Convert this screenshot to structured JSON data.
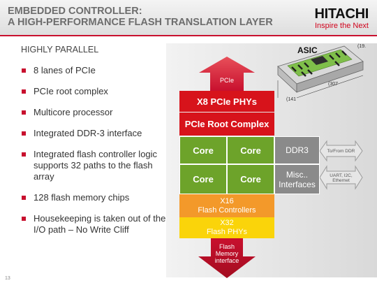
{
  "header": {
    "title_line1": "EMBEDDED CONTROLLER:",
    "title_line2": "A HIGH-PERFORMANCE FLASH TRANSLATION LAYER",
    "logo_wordmark": "HITACHI",
    "logo_tagline": "Inspire the Next"
  },
  "subtitle": "HIGHLY PARALLEL",
  "bullets": [
    "8 lanes of PCIe",
    "PCIe root complex",
    "Multicore processor",
    "Integrated DDR-3 interface",
    "Integrated flash controller logic supports 32 paths to the flash array",
    "128 flash memory chips",
    "Housekeeping is taken out of the I/O path – No Write Cliff"
  ],
  "diagram": {
    "top_arrow_label": "PCIe",
    "pcie_phys": "X8 PCIe PHYs",
    "root_complex": "PCIe Root Complex",
    "cores": [
      "Core",
      "Core",
      "Core",
      "Core"
    ],
    "ddr3": "DDR3",
    "misc": "Misc..\nInterfaces",
    "flash_controllers": "X16\nFlash Controllers",
    "flash_phys": "X32\nFlash PHYs",
    "bottom_arrow_label": "Flash\nMemory\ninterface",
    "ddr_arrow_label": "To/From DDR",
    "misc_arrow_label": "UART, I2C,\nEthernet"
  },
  "asic": {
    "label": "ASIC",
    "dim_top": "(19.",
    "dim_length": "(307",
    "dim_width": "(141"
  },
  "page_number": "13",
  "colors": {
    "brand_red": "#d7131b",
    "core_green": "#6da32a",
    "gray_block": "#8a8a8a",
    "orange": "#f3992a",
    "yellow": "#fad40a"
  }
}
